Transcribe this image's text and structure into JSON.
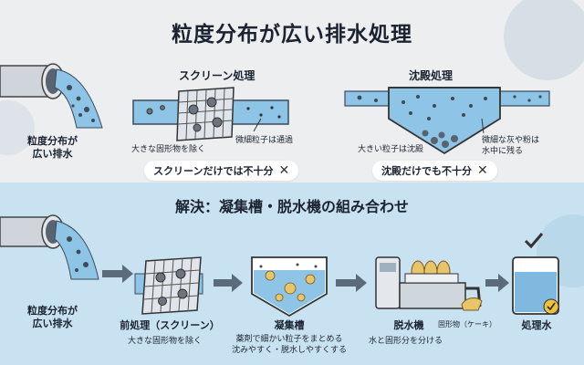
{
  "title": "粒度分布が広い排水処理",
  "top": {
    "source_label_1": "粒度分布が",
    "source_label_2": "広い排水",
    "screen_title": "スクリーン処理",
    "screen_note_large": "大きな固形物を除く",
    "screen_note_fine": "微細粒子は通過",
    "screen_result": "スクリーンだけでは不十分",
    "settling_title": "沈殿処理",
    "settling_note_large": "大きい粒子は沈殿",
    "settling_note_fine_1": "微細な灰や粉は",
    "settling_note_fine_2": "水中に残る",
    "settling_result": "沈殿だけでも不十分",
    "fail_mark": "✕"
  },
  "bottom": {
    "heading": "解決：凝集槽・脱水機の組み合わせ",
    "source_label_1": "粒度分布が",
    "source_label_2": "広い排水",
    "pre_title": "前処理（スクリーン）",
    "pre_note": "大きな固形物を除く",
    "coag_title": "凝集槽",
    "coag_note_1": "薬剤で細かい粒子をまとめる",
    "coag_note_2": "沈みやすく・脱水しやすくする",
    "dewater_title": "脱水機",
    "dewater_note": "水と固形分を分ける",
    "cake_label": "固形物（ケーキ）",
    "treated_title": "処理水"
  }
}
